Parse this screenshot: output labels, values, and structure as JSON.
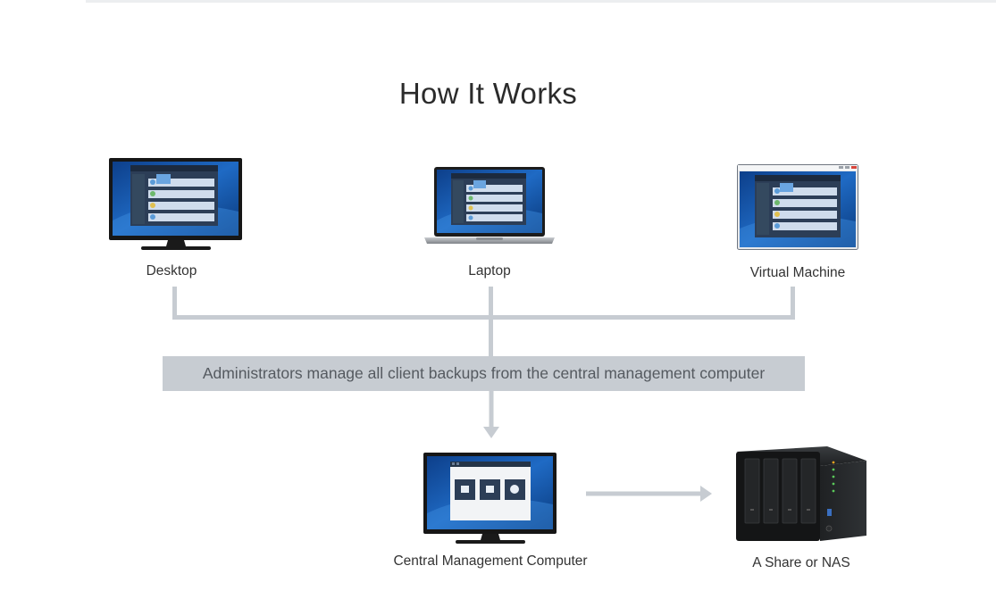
{
  "title": "How It Works",
  "devices": {
    "desktop": "Desktop",
    "laptop": "Laptop",
    "virtual_machine": "Virtual Machine",
    "central": "Central Management Computer",
    "nas": "A Share or NAS"
  },
  "banner": "Administrators manage all client backups from the central management computer",
  "colors": {
    "connector": "#c7ccd2",
    "banner_text": "#555a60",
    "screen_blue": "#1f5fb0",
    "device_black": "#1a1a1a"
  }
}
